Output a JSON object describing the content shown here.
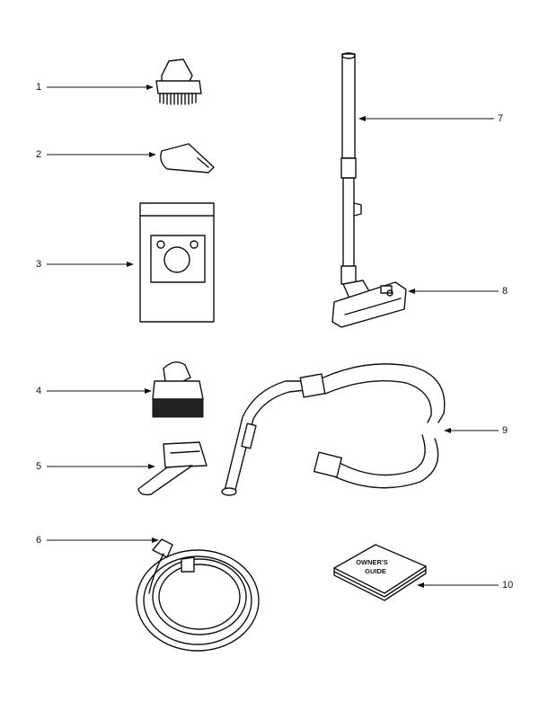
{
  "callouts": [
    {
      "id": "1",
      "part": "upholstery-brush"
    },
    {
      "id": "2",
      "part": "crevice-tool"
    },
    {
      "id": "3",
      "part": "dust-bag"
    },
    {
      "id": "4",
      "part": "dusting-brush"
    },
    {
      "id": "5",
      "part": "upholstery-nozzle"
    },
    {
      "id": "6",
      "part": "cord"
    },
    {
      "id": "7",
      "part": "wand"
    },
    {
      "id": "8",
      "part": "power-nozzle"
    },
    {
      "id": "9",
      "part": "hose"
    },
    {
      "id": "10",
      "part": "owners-guide"
    }
  ],
  "guide": {
    "line1": "OWNER'S",
    "line2": "GUIDE"
  }
}
